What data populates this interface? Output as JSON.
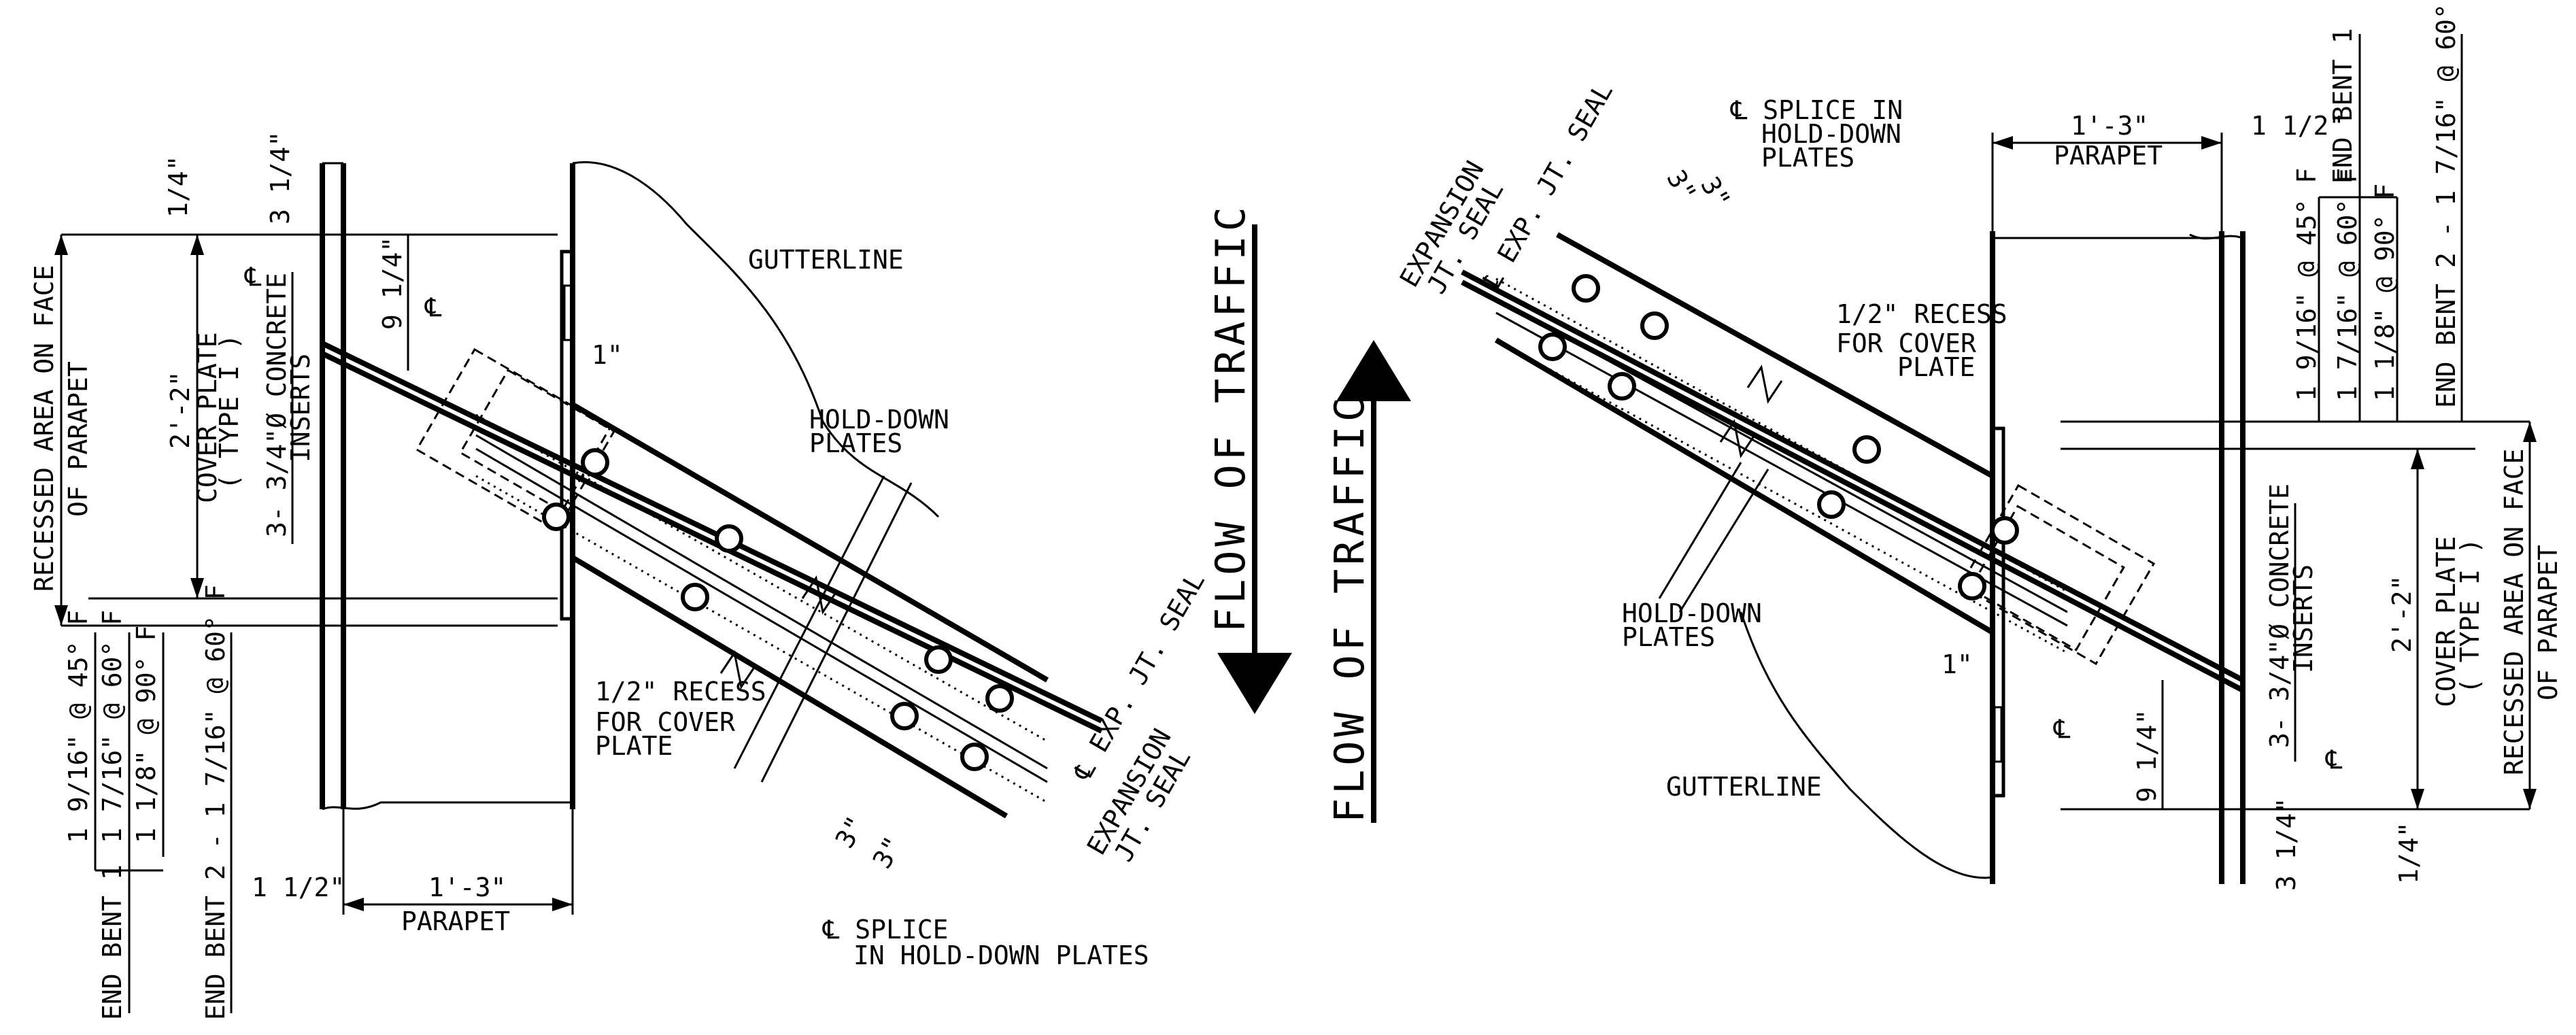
{
  "left_detail": {
    "recessed_area": [
      "RECESSED AREA ON FACE",
      "OF PARAPET"
    ],
    "cover_plate": [
      "COVER PLATE",
      "( TYPE I )"
    ],
    "cover_plate_dim": "2'-2\"",
    "concrete_inserts": [
      "3- 3/4\"Ø CONCRETE",
      "INSERTS"
    ],
    "gutterline": "GUTTERLINE",
    "hold_down_plates": [
      "HOLD-DOWN",
      "PLATES"
    ],
    "recess": [
      "1/2\" RECESS",
      "FOR COVER",
      "PLATE"
    ],
    "expansion_seal": [
      "EXPANSION",
      "JT. SEAL"
    ],
    "exp_jt_seal": "℄ EXP. JT. SEAL",
    "splice": [
      "℄ SPLICE",
      "IN HOLD-DOWN PLATES"
    ],
    "parapet": "PARAPET",
    "parapet_dim": "1'-3\"",
    "dim_1_5": "1 1/2\"",
    "dim_quarter": "1/4\"",
    "dim_3_quarter": "3 1/4\"",
    "dim_9_quarter": "9 1/4\"",
    "dim_1": "1\"",
    "dim_3a": "3\"",
    "dim_3b": "3\"",
    "cl": "℄",
    "angles": [
      "1 9/16\" @ 45° F",
      "1 7/16\" @ 60° F",
      "1 1/8\" @ 90° F"
    ],
    "end_bent_1": "END BENT 1",
    "end_bent_2": "END BENT 2 - 1 7/16\" @ 60° F"
  },
  "right_detail": {
    "recessed_area": [
      "RECESSED AREA ON FACE",
      "OF PARAPET"
    ],
    "cover_plate": [
      "COVER PLATE",
      "( TYPE I )"
    ],
    "cover_plate_dim": "2'-2\"",
    "concrete_inserts": [
      "3- 3/4\"Ø CONCRETE",
      "INSERTS"
    ],
    "gutterline": "GUTTERLINE",
    "hold_down_plates": [
      "HOLD-DOWN",
      "PLATES"
    ],
    "recess": [
      "1/2\" RECESS",
      "FOR COVER",
      "PLATE"
    ],
    "expansion_seal": [
      "EXPANSION",
      "JT. SEAL"
    ],
    "exp_jt_seal": "℄ EXP. JT. SEAL",
    "splice": [
      "℄ SPLICE IN",
      "HOLD-DOWN",
      "PLATES"
    ],
    "parapet": "PARAPET",
    "parapet_dim": "1'-3\"",
    "dim_1_5": "1 1/2\"",
    "dim_quarter": "1/4\"",
    "dim_3_quarter": "3 1/4\"",
    "dim_9_quarter": "9 1/4\"",
    "dim_1": "1\"",
    "dim_3a": "3\"",
    "dim_3b": "3\"",
    "cl": "℄",
    "angles": [
      "1 9/16\" @ 45° F",
      "1 7/16\" @ 60° F",
      "1 1/8\" @ 90° F"
    ],
    "end_bent_1": "END BENT 1",
    "end_bent_2": "END BENT 2 - 1 7/16\" @ 60° F"
  },
  "flow_down": "FLOW OF TRAFFIC",
  "flow_up": "FLOW OF TRAFFIC"
}
